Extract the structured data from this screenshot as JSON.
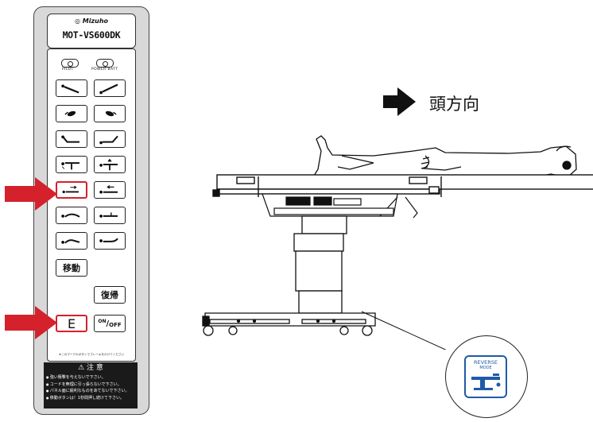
{
  "pendant": {
    "brand": "Mizuho",
    "model": "MOT-VS600DK",
    "lamps": {
      "pilot": "PILOT",
      "power_batt": "POWER BATT"
    },
    "buttons": {
      "move": "移動",
      "restore": "復帰",
      "e": "E",
      "on": "ON",
      "off": "OFF"
    },
    "small_note": "★このマークのボタンでブレーキをかけてください",
    "caution": {
      "title": "注 意",
      "items": [
        "強い衝撃を与えないで下さい。",
        "コードを無理に引っ張らないで下さい。",
        "パネル面に鋭利なものをあてないで下さい。",
        "移動ボタンは！1秒間押し続けて下さい。"
      ]
    }
  },
  "diagram": {
    "direction_label": "頭方向",
    "mode_badge": {
      "line1": "REVERSE",
      "line2": "MODE"
    }
  },
  "colors": {
    "highlight_red": "#d4212c",
    "badge_blue": "#1f5aa8"
  }
}
